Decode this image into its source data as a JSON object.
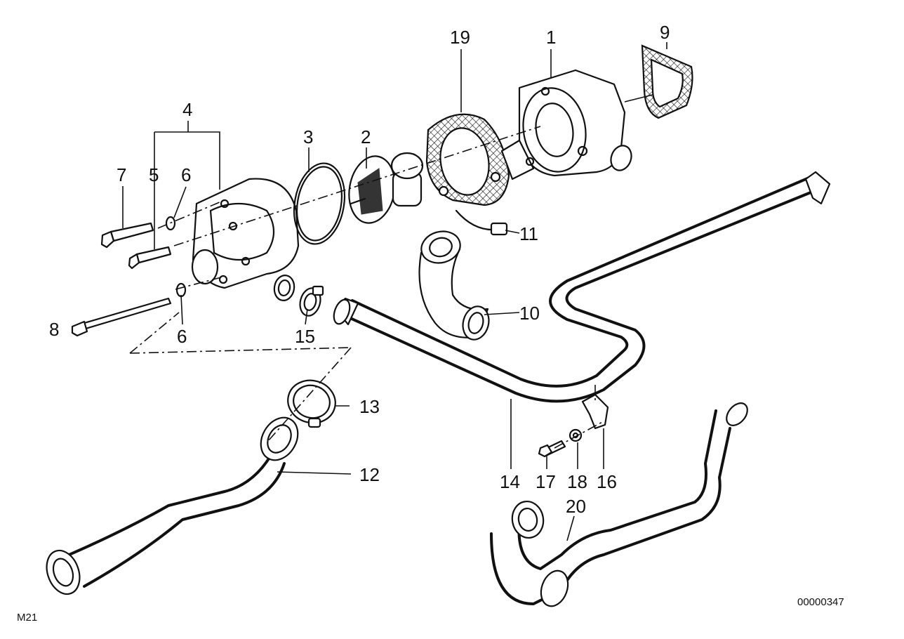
{
  "callouts": {
    "c1": "1",
    "c2": "2",
    "c3": "3",
    "c4": "4",
    "c5": "5",
    "c6a": "6",
    "c6b": "6",
    "c7": "7",
    "c8": "8",
    "c9": "9",
    "c10": "10",
    "c11": "11",
    "c12": "12",
    "c13": "13",
    "c14": "14",
    "c15": "15",
    "c16": "16",
    "c17": "17",
    "c18": "18",
    "c19": "19",
    "c20": "20"
  },
  "footer": {
    "left_code": "M21",
    "right_code": "00000347"
  }
}
